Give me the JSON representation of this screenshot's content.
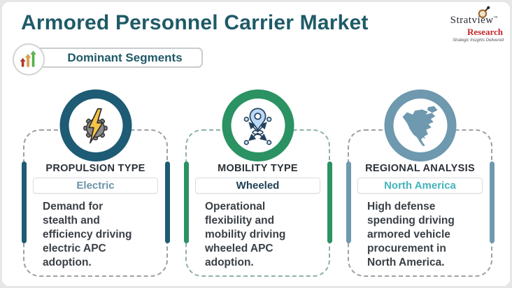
{
  "header": {
    "title": "Armored Personnel Carrier Market",
    "badge_label": "Dominant Segments"
  },
  "logo": {
    "name": "Stratview",
    "trademark": "™",
    "division": "Research",
    "tagline": "Strategic Insights Delivered"
  },
  "colors": {
    "title_teal": "#1f5a68",
    "logo_red": "#c4262b",
    "heading_dark": "#2c3137",
    "body_text": "#3a4046",
    "arrow_red": "#b9382c",
    "arrow_orange": "#e2a23b",
    "arrow_green": "#59b64f"
  },
  "cards": [
    {
      "icon": "gear-lightning-icon",
      "category": "PROPULSION TYPE",
      "value": "Electric",
      "description": "Demand for\nstealth and\nefficiency driving\nelectric APC\nadoption.",
      "accent_color": "#1e5b74",
      "value_color": "#6a93a8",
      "dash_color": "#9ba1a6"
    },
    {
      "icon": "location-pin-network-icon",
      "category": "MOBILITY TYPE",
      "value": "Wheeled",
      "description": "Operational\nflexibility and\nmobility driving\nwheeled APC\nadoption.",
      "accent_color": "#2b9263",
      "value_color": "#1f4154",
      "dash_color": "#8fb0ab"
    },
    {
      "icon": "north-america-map-icon",
      "category": "REGIONAL ANALYSIS",
      "value": "North America",
      "description": "High defense\nspending driving\narmored vehicle\nprocurement in\nNorth America.",
      "accent_color": "#6e99ae",
      "value_color": "#42b4ba",
      "dash_color": "#9ba1a6"
    }
  ]
}
